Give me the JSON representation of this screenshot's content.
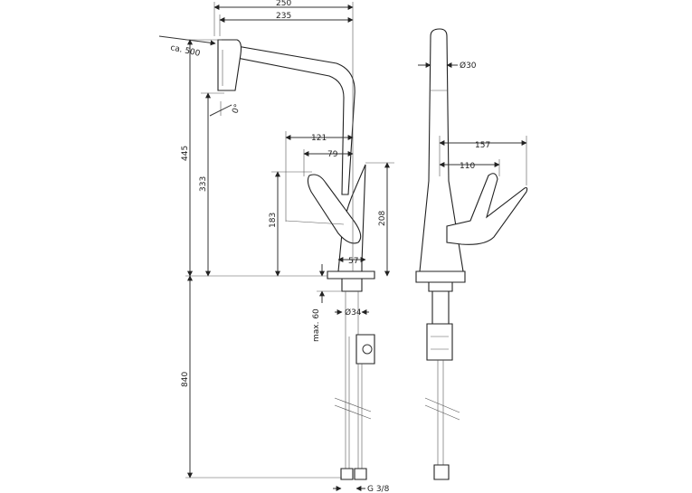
{
  "dimensions": {
    "width_total": "250",
    "width_235": "235",
    "pullout": "ca. 500",
    "height_445": "445",
    "height_333": "333",
    "spout_121": "121",
    "spout_79": "79",
    "lever_183": "183",
    "body_208": "208",
    "base_57": "57",
    "spout_diameter": "Ø30",
    "depth_157": "157",
    "depth_110": "110",
    "max_60": "max. 60",
    "shank_diameter": "Ø34",
    "length_840": "840",
    "thread": "G 3/8",
    "angle": "0°"
  }
}
